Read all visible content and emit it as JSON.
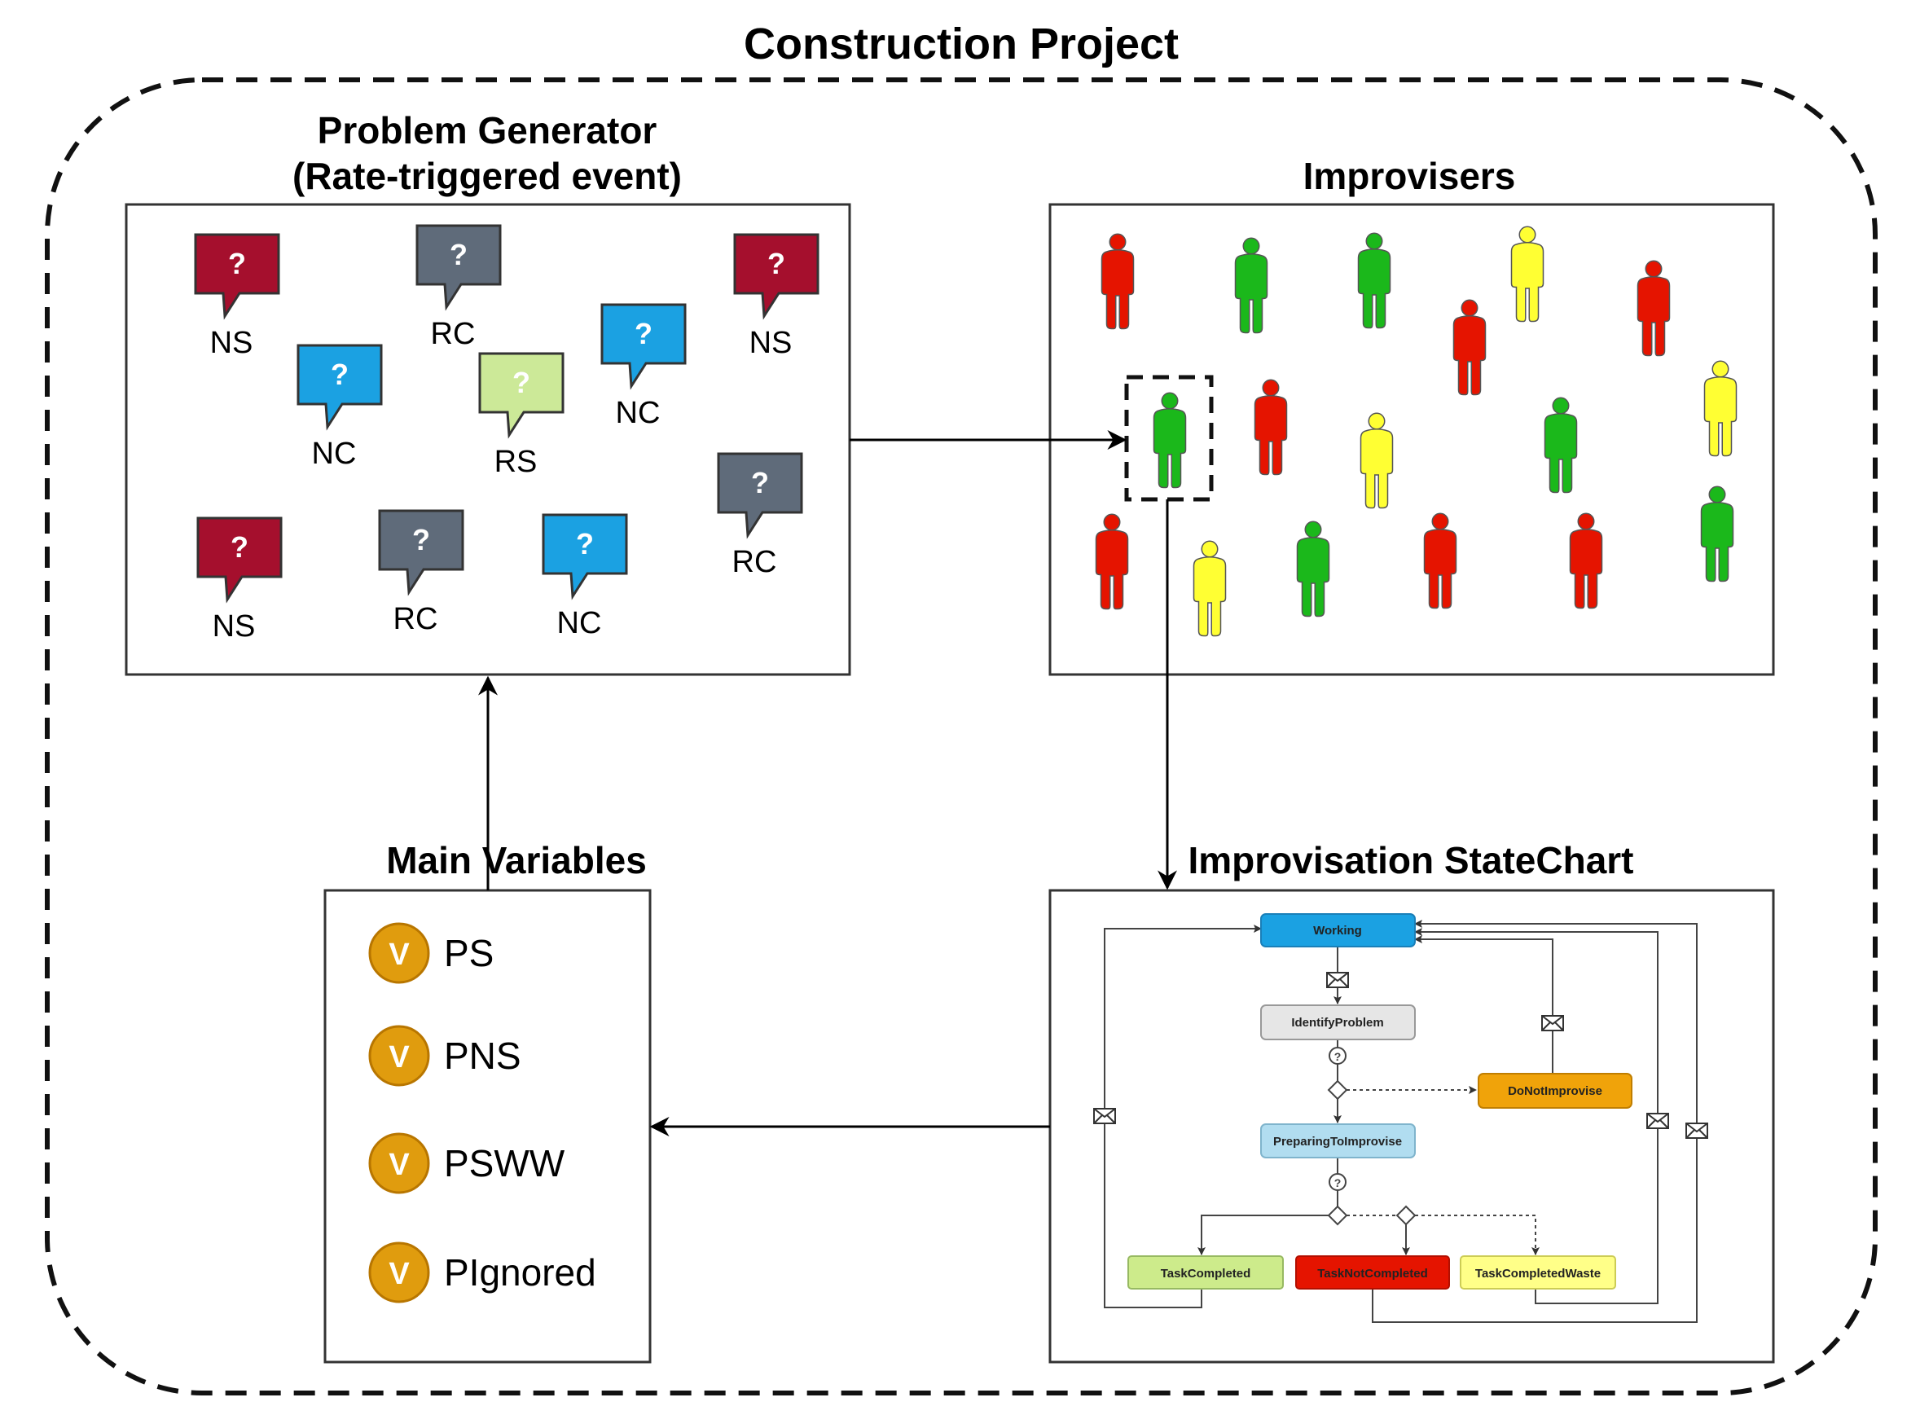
{
  "title": "Construction Project",
  "problem_generator": {
    "title_line1": "Problem Generator",
    "title_line2": "(Rate-triggered event)",
    "problems": [
      {
        "label": "NS",
        "kind": "NS"
      },
      {
        "label": "RC",
        "kind": "RC"
      },
      {
        "label": "NS",
        "kind": "NS"
      },
      {
        "label": "NC",
        "kind": "NC"
      },
      {
        "label": "RS",
        "kind": "RS"
      },
      {
        "label": "NC",
        "kind": "NC"
      },
      {
        "label": "RC",
        "kind": "RC"
      },
      {
        "label": "NS",
        "kind": "NS"
      },
      {
        "label": "RC",
        "kind": "RC"
      },
      {
        "label": "NC",
        "kind": "NC"
      }
    ],
    "question_mark": "?",
    "kind_colors": {
      "NS": "#a50f2d",
      "RC": "#5f6b7a",
      "NC": "#1ba1e2",
      "RS": "#cce998"
    }
  },
  "improvisers": {
    "title": "Improvisers",
    "people": [
      "red",
      "green",
      "green",
      "yellow",
      "red",
      "red",
      "green",
      "red",
      "yellow",
      "green",
      "yellow",
      "red",
      "yellow",
      "green",
      "red",
      "red",
      "green"
    ],
    "person_colors": {
      "red": "#e51400",
      "green": "#1bb81b",
      "yellow": "#ffff33"
    }
  },
  "main_variables": {
    "title": "Main Variables",
    "icon_letter": "V",
    "icon_color": "#e09c0e",
    "items": [
      "PS",
      "PNS",
      "PSWW",
      "PIgnored"
    ]
  },
  "statechart": {
    "title": "Improvisation StateChart",
    "states": {
      "working": "Working",
      "identify": "IdentifyProblem",
      "donot": "DoNotImprovise",
      "preparing": "PreparingToImprovise",
      "completed": "TaskCompleted",
      "notcompleted": "TaskNotCompleted",
      "waste": "TaskCompletedWaste"
    },
    "state_colors": {
      "working": "#1ba1e2",
      "identify": "#e6e6e6",
      "donot": "#f0a30a",
      "preparing": "#b1ddf0",
      "completed": "#cdeb8b",
      "notcompleted": "#e51400",
      "waste": "#ffff88"
    }
  }
}
